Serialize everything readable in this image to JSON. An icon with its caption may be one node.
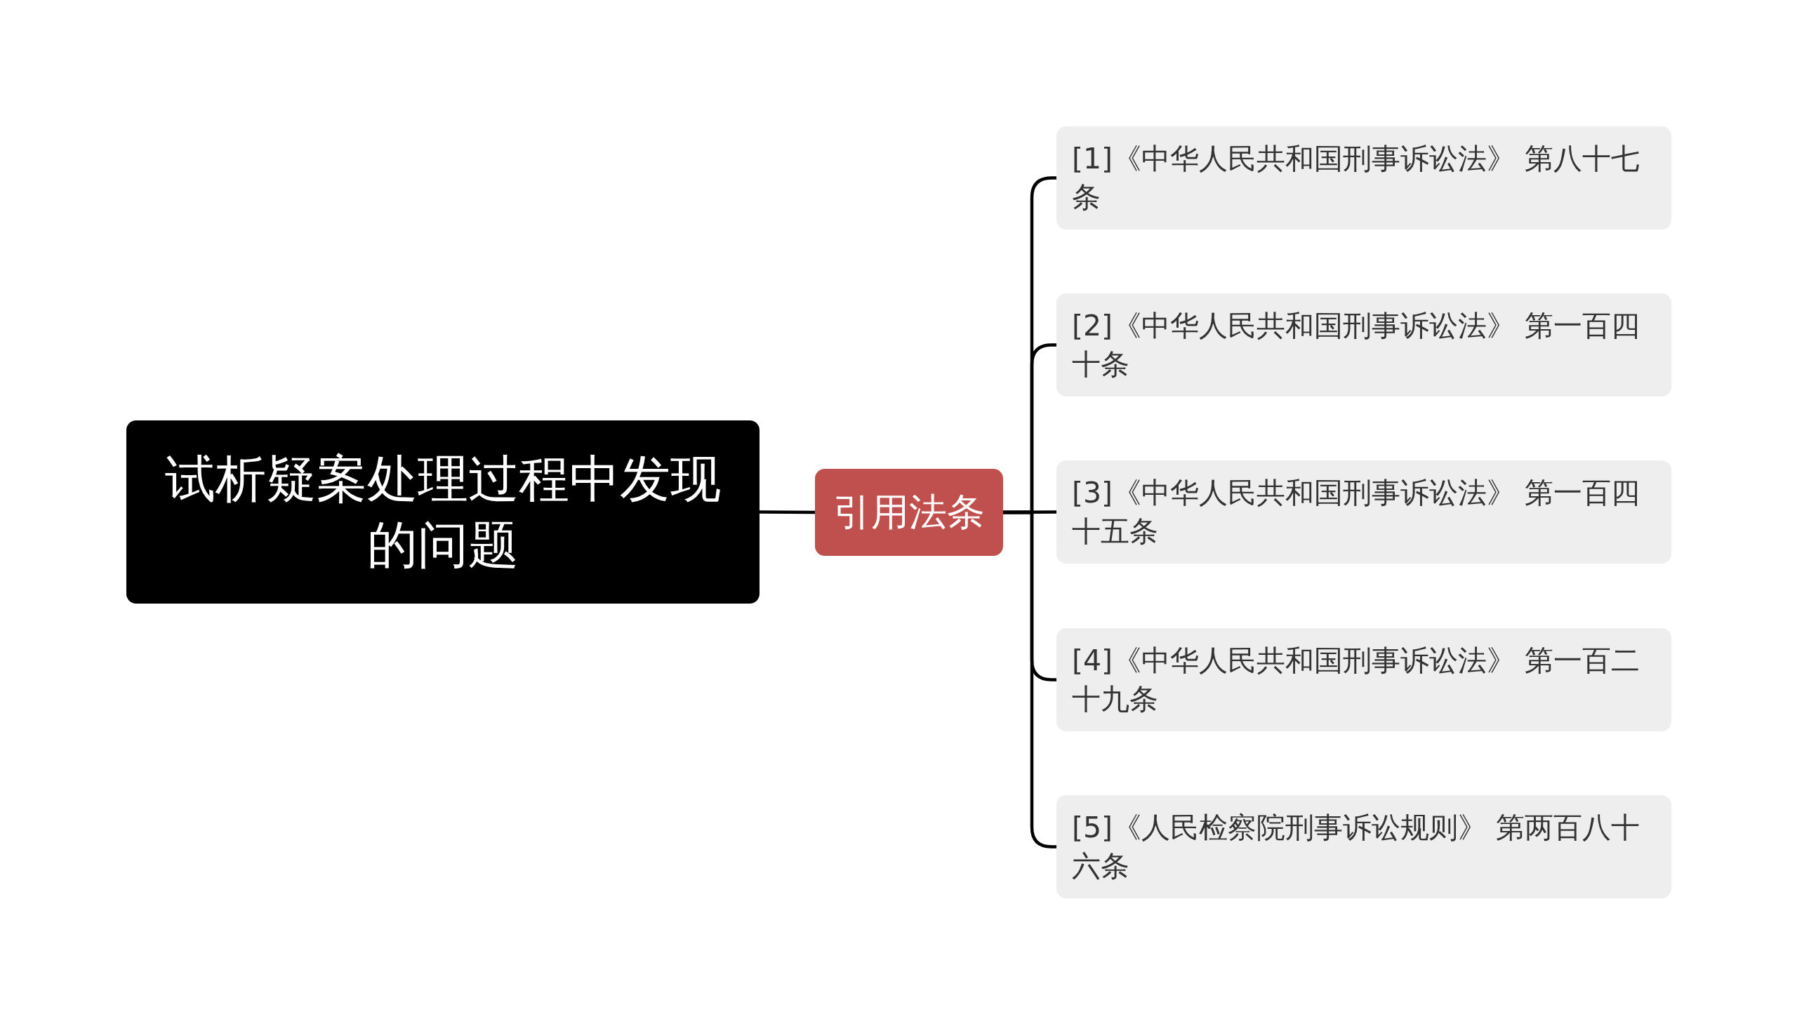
{
  "diagram": {
    "nodes": [
      {
        "text": [
          "试析疑案处理过程中发现的问题"
        ]
      },
      {
        "text": [
          "引用法条"
        ]
      },
      {
        "text": [
          "[1]《中华人民共和国刑事诉讼法》 第八十七条"
        ]
      },
      {
        "text": [
          "[2]《中华人民共和国刑事诉讼法》 第一百四十条"
        ]
      },
      {
        "text": [
          "[3]《中华人民共和国刑事诉讼法》 第一百四十五条"
        ]
      },
      {
        "text": [
          "[4]《中华人民共和国刑事诉讼法》 第一百二十九条"
        ]
      },
      {
        "text": [
          "[5]《人民检察院刑事诉讼规则》 第两百八十六条"
        ]
      }
    ],
    "edges": [
      {
        "from": 0,
        "to": 1,
        "arrow": "none"
      },
      {
        "from": 1,
        "to": 2,
        "arrow": "none"
      },
      {
        "from": 1,
        "to": 3,
        "arrow": "none"
      },
      {
        "from": 1,
        "to": 4,
        "arrow": "none"
      },
      {
        "from": 1,
        "to": 5,
        "arrow": "none"
      },
      {
        "from": 1,
        "to": 6,
        "arrow": "none"
      }
    ]
  }
}
